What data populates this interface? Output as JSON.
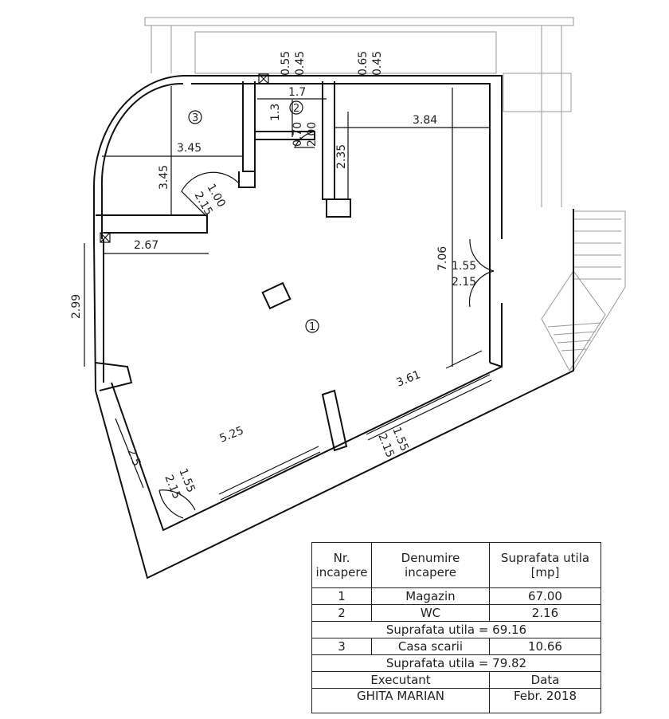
{
  "plan": {
    "room_tags": [
      "1",
      "2",
      "3"
    ],
    "dimensions": {
      "d1": "0.55",
      "d2": "0.45",
      "d3": "0.65",
      "d4": "0.45",
      "d5": "1.7",
      "d6": "1.3",
      "d7": "3.84",
      "d8": "3.45",
      "d9": "3.45",
      "d10": "0.70",
      "d11": "2.00",
      "d12": "2.35",
      "d13": "1.00",
      "d14": "2.15",
      "d15": "2.67",
      "d16": "7.06",
      "d17": "1.55",
      "d18": "2.15",
      "d19": "2.99",
      "d20": "3.61",
      "d21": "5.25",
      "d22": "1.55",
      "d23": "2.15",
      "d24": "2.5",
      "d25": "1.55",
      "d26": "2.15"
    }
  },
  "legend": {
    "headers": [
      "Nr. incapere",
      "Denumire incapere",
      "Suprafata utila [mp]"
    ],
    "rows": [
      {
        "nr": "1",
        "name": "Magazin",
        "area": "67.00"
      },
      {
        "nr": "2",
        "name": "WC",
        "area": "2.16"
      }
    ],
    "subtotal1": "Suprafata utila =  69.16",
    "row3": {
      "nr": "3",
      "name": "Casa scarii",
      "area": "10.66"
    },
    "subtotal2": "Suprafata utila =  79.82",
    "executant_label": "Executant",
    "date_label": "Data",
    "executant": "GHITA MARIAN",
    "date": "Febr. 2018"
  }
}
